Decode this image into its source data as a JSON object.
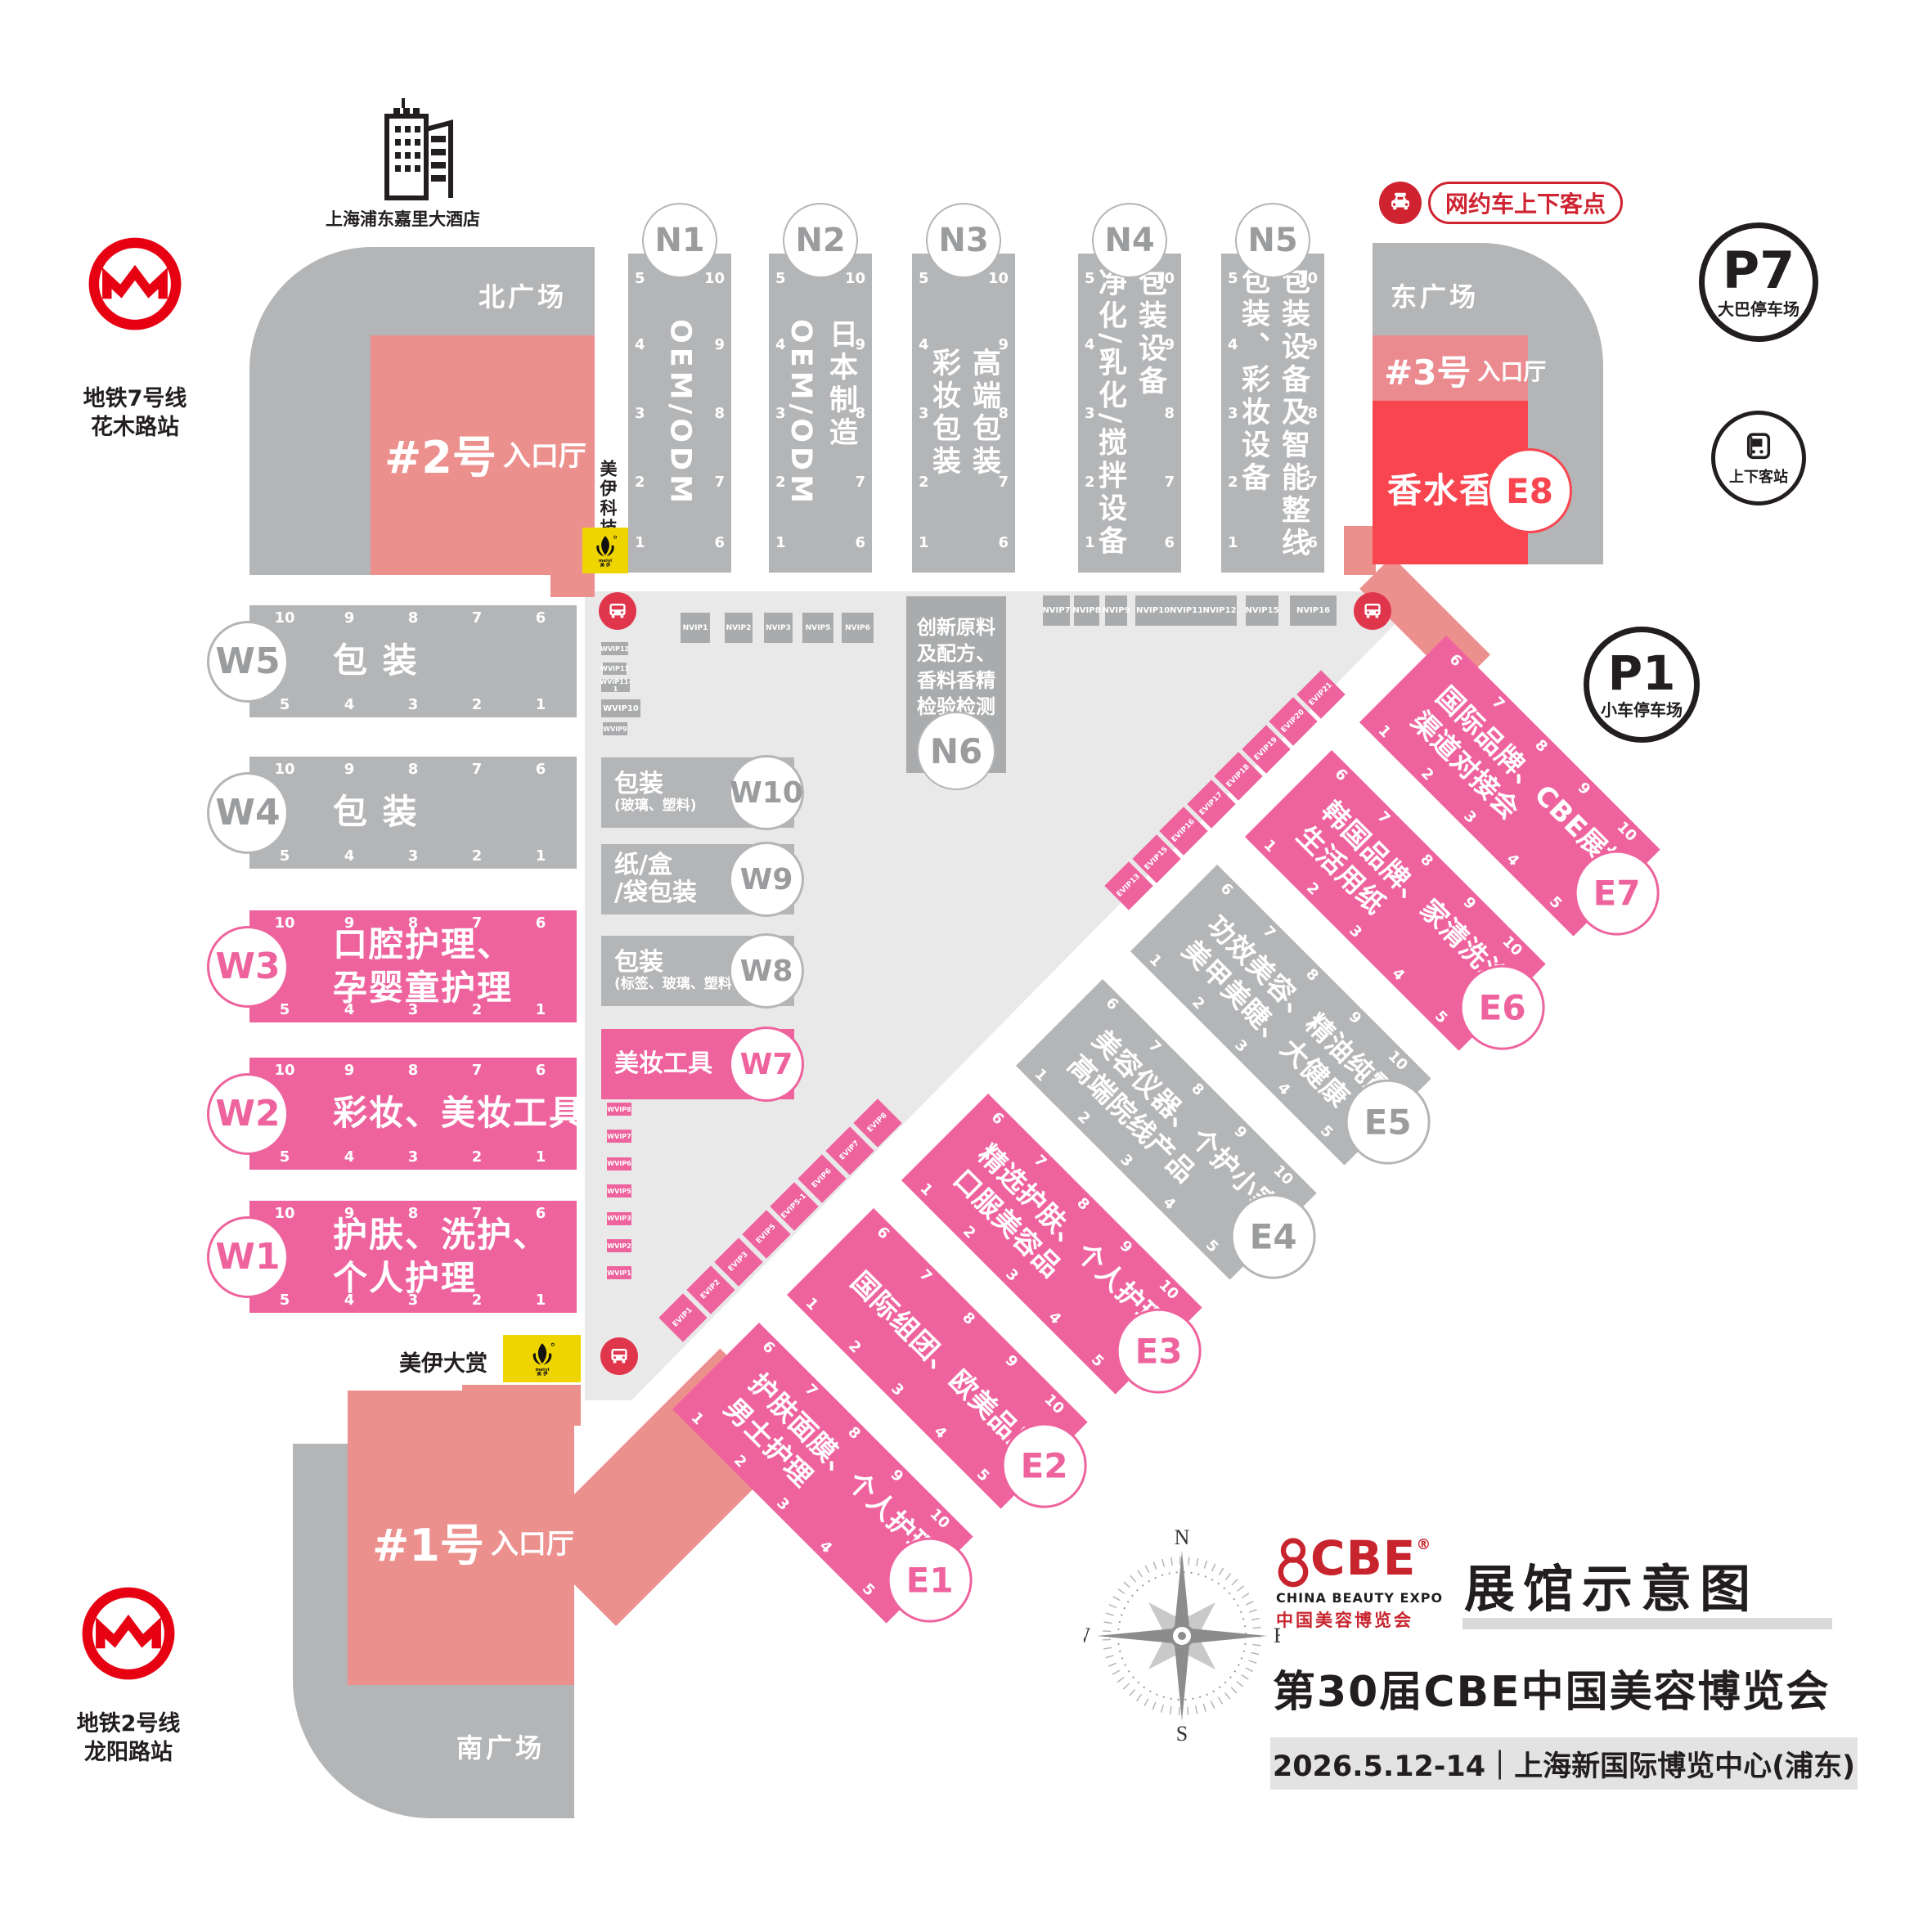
{
  "colors": {
    "pink": "#ee639e",
    "gray": "#b4b5b7",
    "light_gray": "#e9e9ea",
    "salmon": "#ec908e",
    "red": "#f8454f",
    "yellow": "#efd500",
    "metro_red": "#e60012",
    "tag_gray": "#a9abad",
    "ink": "#221e1f"
  },
  "plazas": {
    "north": "北广场",
    "east": "东广场",
    "south": "南广场"
  },
  "entrances": {
    "e1": {
      "num": "#1号",
      "hall": "入口厅"
    },
    "e2": {
      "num": "#2号",
      "hall": "入口厅"
    },
    "e3": {
      "num": "#3号",
      "hall": "入口厅"
    }
  },
  "landmarks": {
    "hotel": {
      "label": "上海浦东嘉里大酒店"
    },
    "metro7": {
      "line1": "地铁7号线",
      "line2": "花木路站"
    },
    "metro2": {
      "line1": "地铁2号线",
      "line2": "龙阳路站"
    },
    "p7": {
      "code": "P7",
      "label": "大巴停车场"
    },
    "p1": {
      "code": "P1",
      "label": "小车停车场"
    },
    "pickup": {
      "label": "上下客站"
    },
    "ride_hailing": {
      "label": "网约车上下客点"
    },
    "meiyi_tech": {
      "label": "美伊科技"
    },
    "meiyi_award": {
      "label": "美伊大赏"
    },
    "meiyi_badge": {
      "brand_en": "meiyi",
      "brand_cn": "美 伊"
    }
  },
  "halls": {
    "north": [
      {
        "id": "N1",
        "cols": "OEM/ODM"
      },
      {
        "id": "N2",
        "cols": "日本制造\nOEM/ODM"
      },
      {
        "id": "N3",
        "cols": "高端包装\n彩妆包装"
      },
      {
        "id": "N4",
        "cols": "包装设备\n净化/乳化/搅拌设备"
      },
      {
        "id": "N5",
        "cols": "包装设备及智能整线\n包装、彩妆设备"
      }
    ],
    "n6": {
      "id": "N6",
      "lines": [
        "创新原料",
        "及配方、",
        "香料香精",
        "检验检测"
      ]
    },
    "west": [
      {
        "id": "W5",
        "lines": [
          "包 装"
        ],
        "color": "gray"
      },
      {
        "id": "W4",
        "lines": [
          "包 装"
        ],
        "color": "gray"
      },
      {
        "id": "W3",
        "lines": [
          "口腔护理、",
          "孕婴童护理"
        ],
        "color": "pink"
      },
      {
        "id": "W2",
        "lines": [
          "彩妆、美妆工具"
        ],
        "color": "pink"
      },
      {
        "id": "W1",
        "lines": [
          "护肤、洗护、",
          "个人护理"
        ],
        "color": "pink"
      }
    ],
    "west_small": [
      {
        "id": "W10",
        "main": "包装",
        "sub": "(玻璃、塑料)",
        "color": "gray"
      },
      {
        "id": "W9",
        "main": "纸/盒",
        "sub2": "/袋包装",
        "color": "gray"
      },
      {
        "id": "W8",
        "main": "包装",
        "sub": "(标签、玻璃、塑料)",
        "color": "gray"
      },
      {
        "id": "W7",
        "main": "美妆工具",
        "color": "pink"
      }
    ],
    "east": [
      {
        "id": "E1",
        "lines": [
          "护肤面膜、个人护理",
          "男士护理"
        ],
        "color": "pink"
      },
      {
        "id": "E2",
        "lines": [
          "国际组团、欧美品牌"
        ],
        "color": "pink"
      },
      {
        "id": "E3",
        "lines": [
          "精选护肤、个人护理、",
          "口服美容品"
        ],
        "color": "pink"
      },
      {
        "id": "E4",
        "lines": [
          "美容仪器、个护小家电、",
          "高端院线产品"
        ],
        "color": "gray"
      },
      {
        "id": "E5",
        "lines": [
          "功效美容、精油纯露、",
          "美甲美睫、大健康"
        ],
        "color": "gray"
      },
      {
        "id": "E6",
        "lines": [
          "韩国品牌、家清洗涤、",
          "生活用纸"
        ],
        "color": "pink"
      },
      {
        "id": "E7",
        "lines": [
          "国际品牌、CBE展播节、",
          "渠道对接会"
        ],
        "color": "pink"
      }
    ],
    "e8": {
      "id": "E8",
      "label": "香水香氛"
    }
  },
  "gates": {
    "n_left": [
      "5",
      "4",
      "3",
      "2",
      "1"
    ],
    "n_right": [
      "10",
      "9",
      "8",
      "7",
      "6"
    ],
    "w_top": [
      "10",
      "9",
      "8",
      "7",
      "6"
    ],
    "w_bottom": [
      "5",
      "4",
      "3",
      "2",
      "1"
    ],
    "e_top": [
      "6",
      "7",
      "8",
      "9",
      "10"
    ],
    "e_bottom": [
      "1",
      "2",
      "3",
      "4",
      "5"
    ]
  },
  "vip_tags": {
    "wvip_gray": [
      "WVIP12",
      "WVIP11",
      "WVIP11-1",
      "WVIP10",
      "WVIP9"
    ],
    "wvip_pink": [
      "WVIP8",
      "WVIP7",
      "WVIP6",
      "WVIP5",
      "WVIP3",
      "WVIP2",
      "WVIP1"
    ],
    "nvip_left": [
      "NVIP1",
      "NVIP2",
      "NVIP3",
      "NVIP5",
      "NVIP6"
    ],
    "nvip_right": [
      "NVIP7",
      "NVIP8",
      "NVIP9",
      "NVIP10",
      "NVIP11",
      "NVIP12",
      "NVIP15",
      "NVIP16"
    ],
    "evip_lower": [
      "EVIP1",
      "EVIP2",
      "EVIP3",
      "EVIP5",
      "EVIP5-1",
      "EVIP6",
      "EVIP7",
      "EVIP8"
    ],
    "evip_upper": [
      "EVIP13",
      "EVIP15",
      "EVIP16",
      "EVIP17",
      "EVIP18",
      "EVIP19",
      "EVIP20",
      "EVIP21"
    ]
  },
  "compass": {
    "n": "N",
    "e": "E",
    "s": "S",
    "w": "W"
  },
  "footer": {
    "logo": {
      "cbe": "CBE",
      "reg": "®",
      "en": "CHINA BEAUTY EXPO",
      "cn": "中国美容博览会"
    },
    "title": "展馆示意图",
    "subtitle": "第30届CBE中国美容博览会",
    "date_venue": "2026.5.12-14｜上海新国际博览中心(浦东)"
  }
}
